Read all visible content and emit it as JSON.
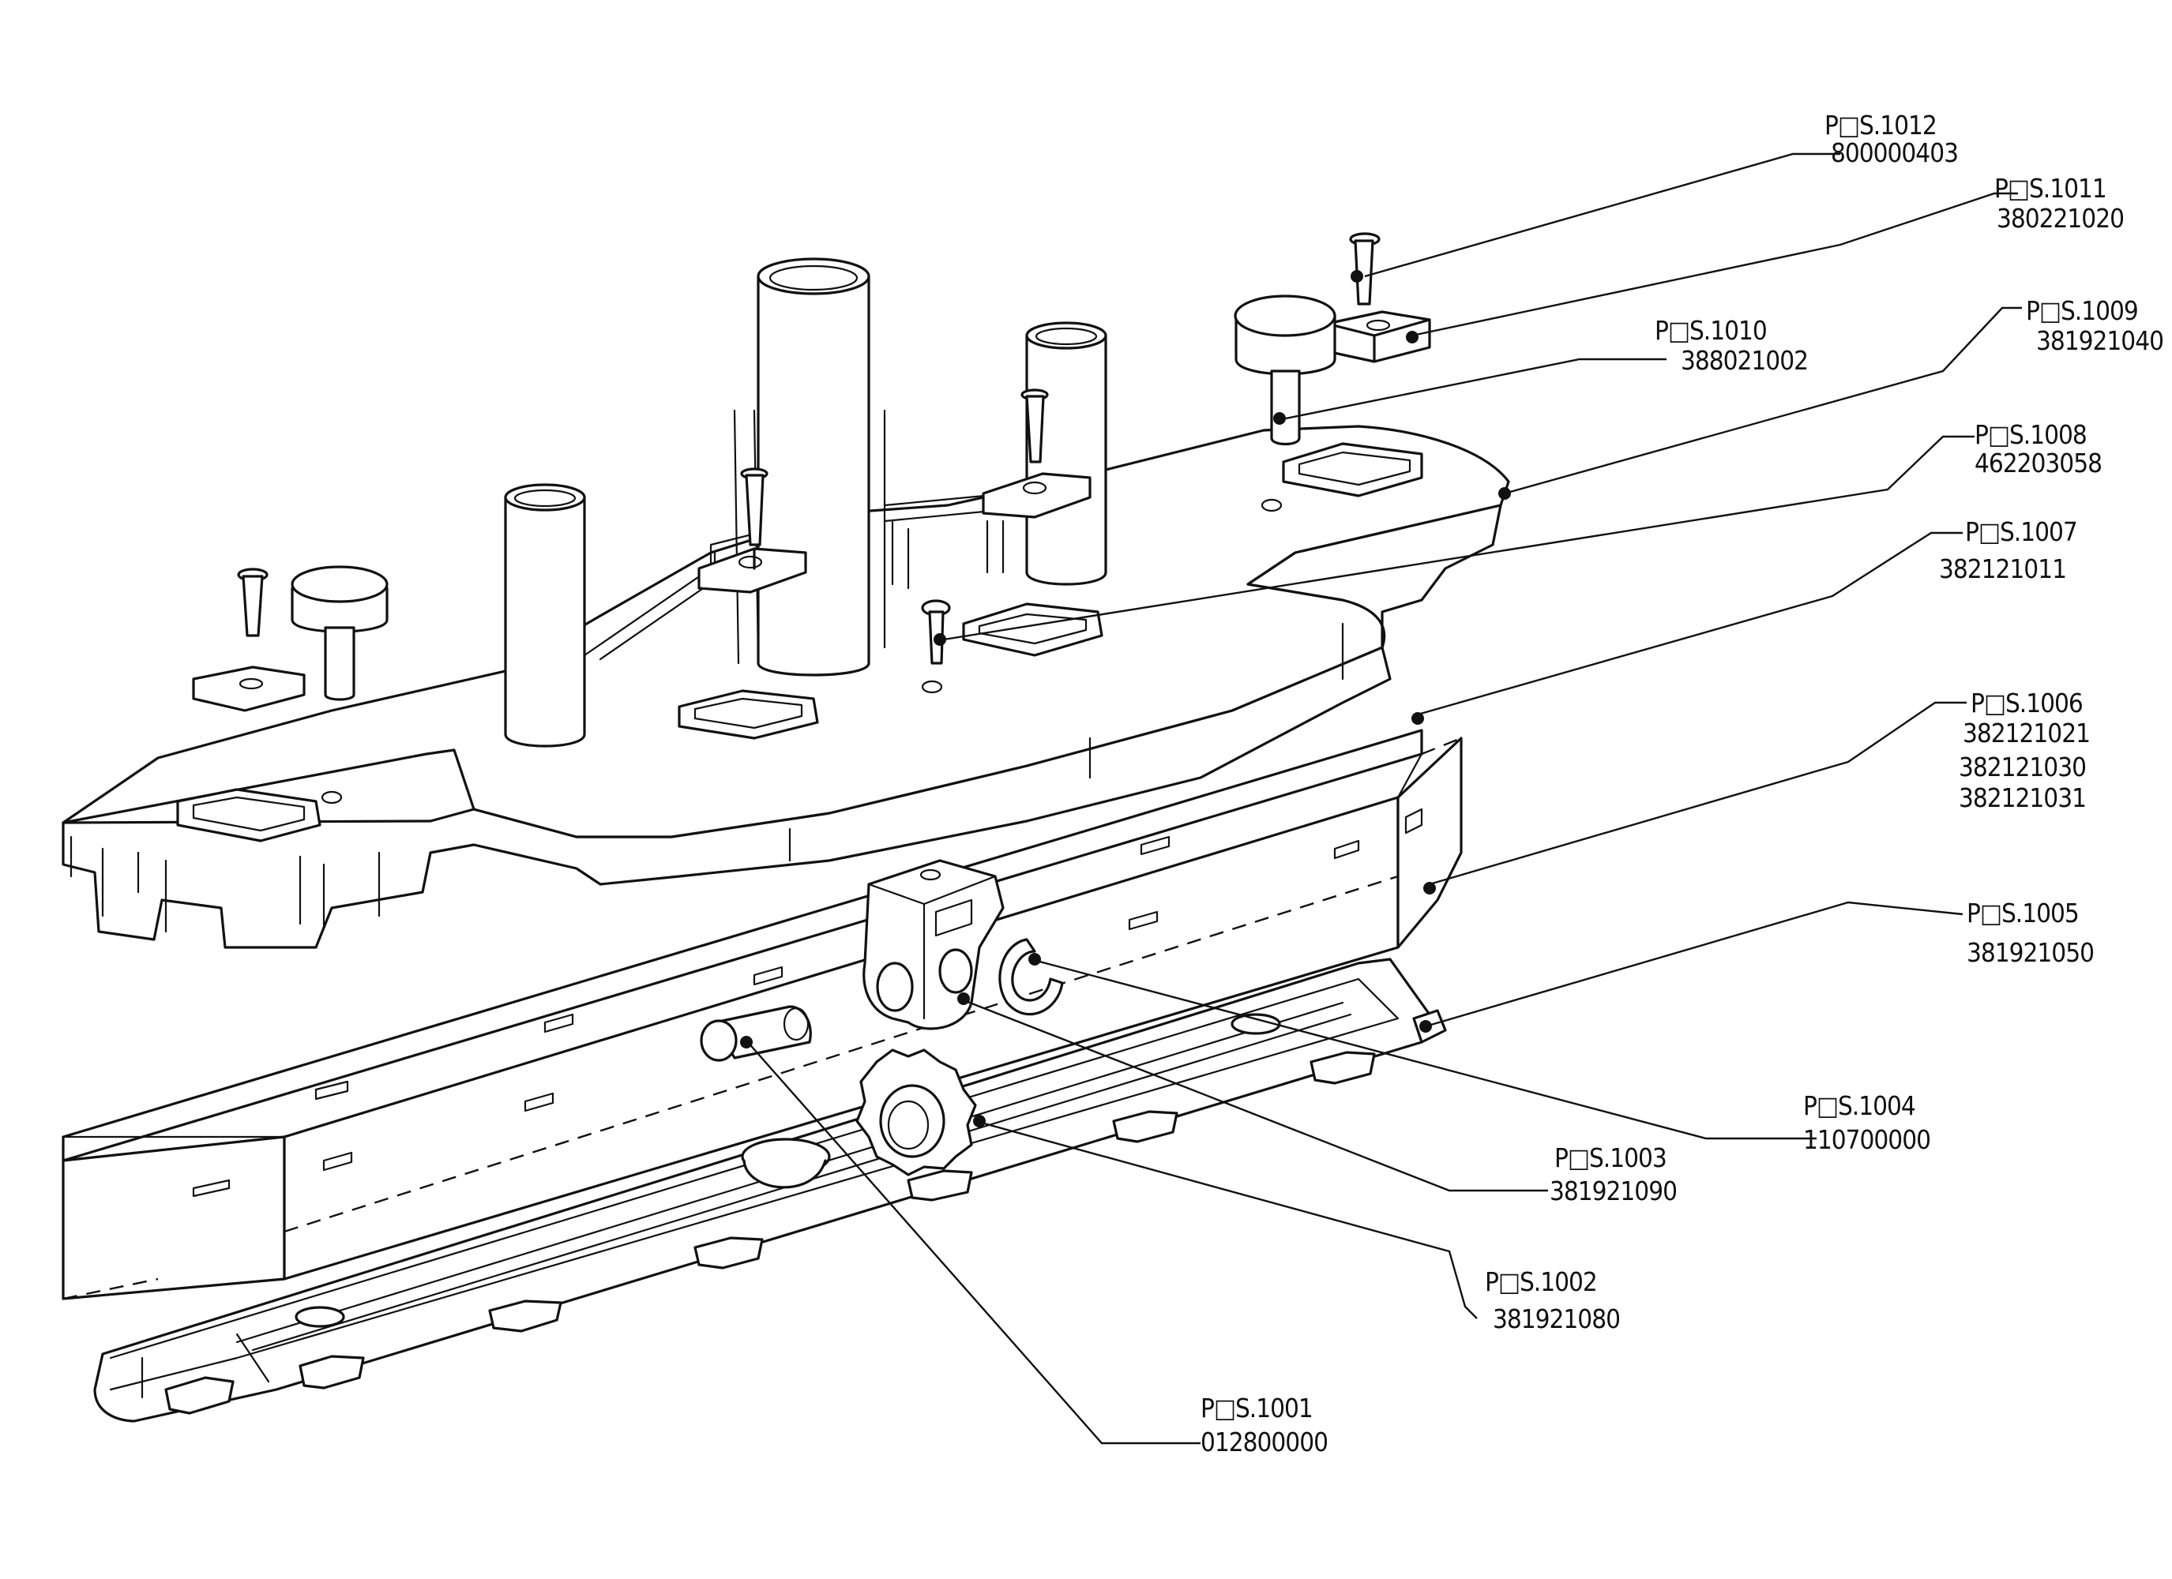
{
  "diagram": {
    "callouts": [
      {
        "pos": "P□S.1012",
        "codes": [
          "800000403"
        ]
      },
      {
        "pos": "P□S.1011",
        "codes": [
          "380221020"
        ]
      },
      {
        "pos": "P□S.1010",
        "codes": [
          "388021002"
        ]
      },
      {
        "pos": "P□S.1009",
        "codes": [
          "381921040"
        ]
      },
      {
        "pos": "P□S.1008",
        "codes": [
          "462203058"
        ]
      },
      {
        "pos": "P□S.1007",
        "codes": [
          "382121011"
        ]
      },
      {
        "pos": "P□S.1006",
        "codes": [
          "382121021",
          "382121030",
          "382121031"
        ]
      },
      {
        "pos": "P□S.1005",
        "codes": [
          "381921050"
        ]
      },
      {
        "pos": "P□S.1004",
        "codes": [
          "110700000"
        ]
      },
      {
        "pos": "P□S.1003",
        "codes": [
          "381921090"
        ]
      },
      {
        "pos": "P□S.1002",
        "codes": [
          "381921080"
        ]
      },
      {
        "pos": "P□S.1001",
        "codes": [
          "012800000"
        ]
      }
    ]
  }
}
